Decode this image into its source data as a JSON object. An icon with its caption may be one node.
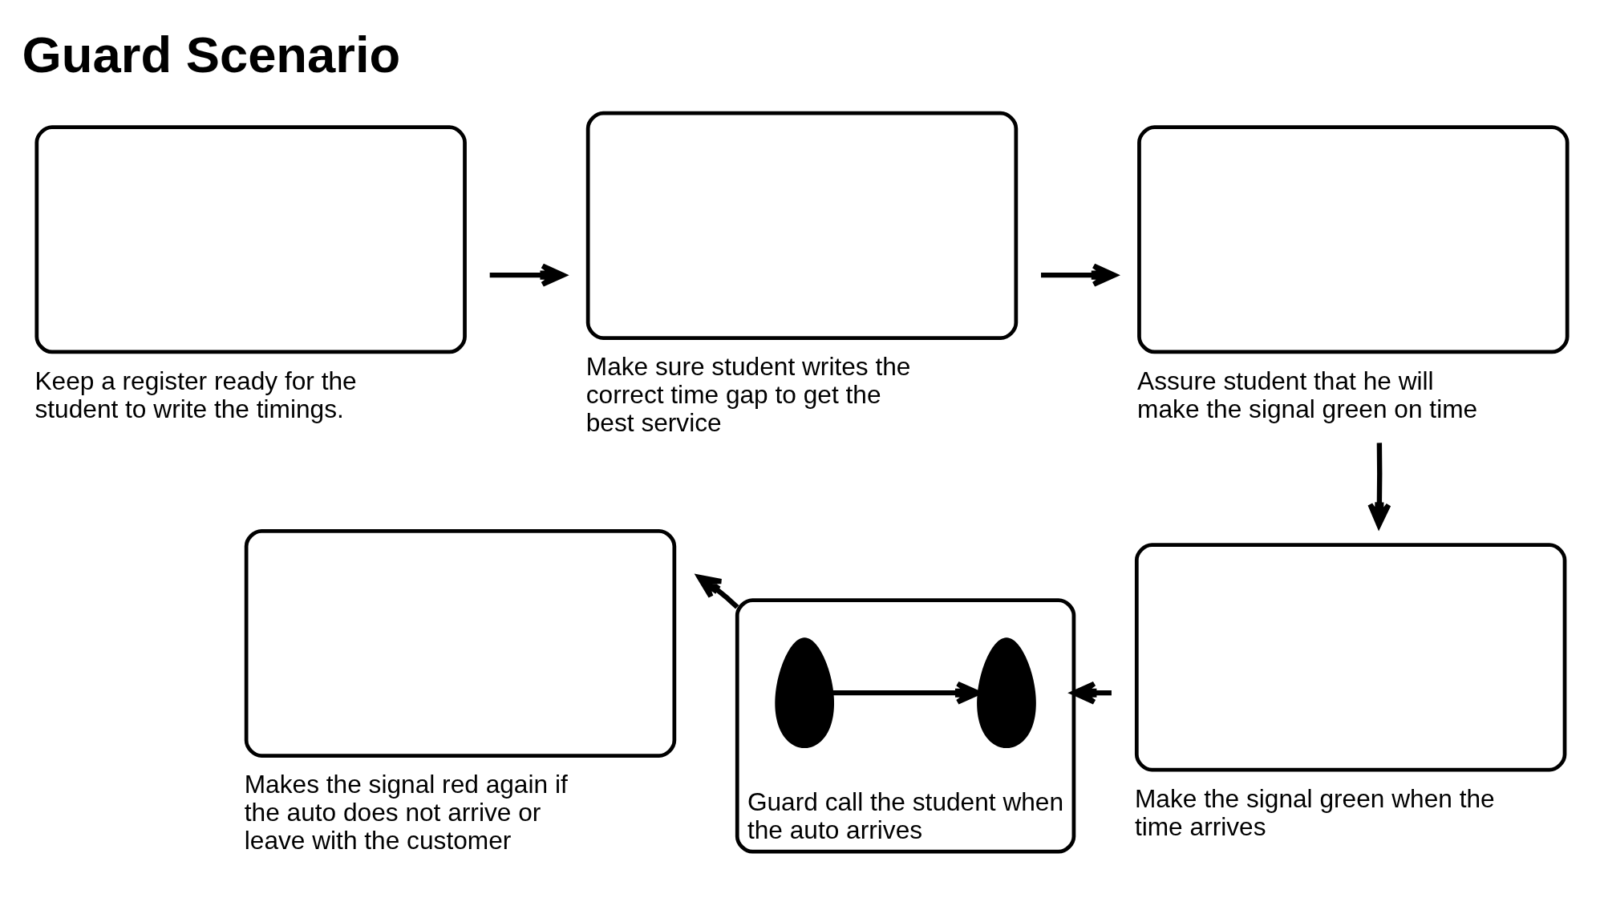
{
  "diagram": {
    "title": "Guard Scenario",
    "nodes": [
      {
        "text": [],
        "shape": "box",
        "beside": [
          "Keep a register ready for the student to write the timings."
        ]
      },
      {
        "text": [],
        "shape": "box",
        "beside": [
          "Make sure student writes the correct time gap to get the best service"
        ]
      },
      {
        "text": [],
        "shape": "box",
        "beside": [
          "Assure student that he will make the signal green on time"
        ]
      },
      {
        "text": [],
        "shape": "box",
        "beside": [
          "Makes the signal red again if the auto does not arrive or leave with the customer"
        ]
      },
      {
        "text": [],
        "shape": "box",
        "beside": [
          "Guard call the student when the auto arrives"
        ]
      },
      {
        "text": [],
        "shape": "box",
        "beside": [
          "Make the signal green when the time arrives"
        ]
      },
      {
        "text": [],
        "shape": "person",
        "in": 4
      },
      {
        "text": [],
        "shape": "person",
        "in": 4
      }
    ],
    "edges": [
      {
        "from": 0,
        "to": 1,
        "arrow": "to"
      },
      {
        "from": 1,
        "to": 2,
        "arrow": "to"
      },
      {
        "from": 2,
        "to": 5,
        "arrow": "to"
      },
      {
        "from": 5,
        "to": 4,
        "arrow": "to"
      },
      {
        "from": 4,
        "to": 3,
        "arrow": "to"
      },
      {
        "from": 6,
        "to": 7,
        "arrow": "to"
      }
    ]
  }
}
